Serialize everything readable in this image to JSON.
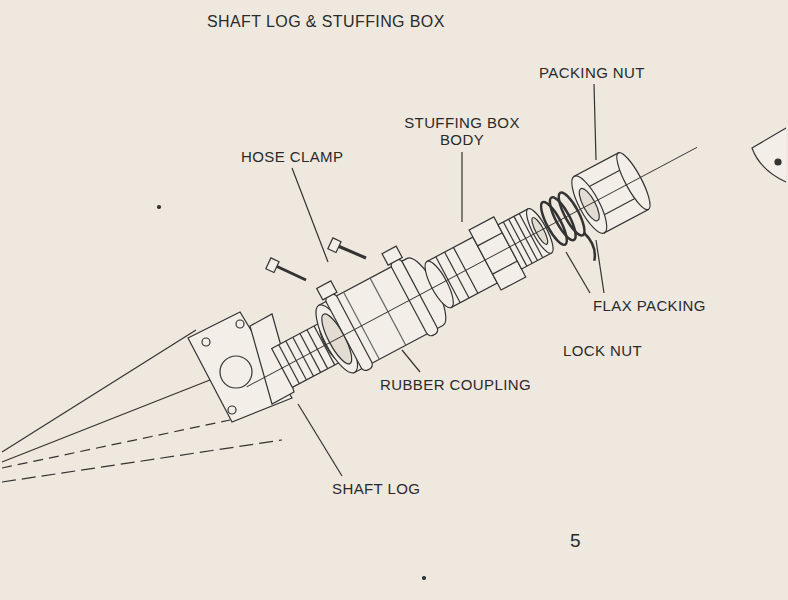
{
  "diagram": {
    "title": "SHAFT LOG & STUFFING BOX",
    "labels": [
      "PACKING NUT",
      "STUFFING BOX BODY",
      "HOSE CLAMP",
      "FLAX PACKING",
      "LOCK NUT",
      "RUBBER COUPLING",
      "SHAFT LOG",
      "5"
    ]
  }
}
